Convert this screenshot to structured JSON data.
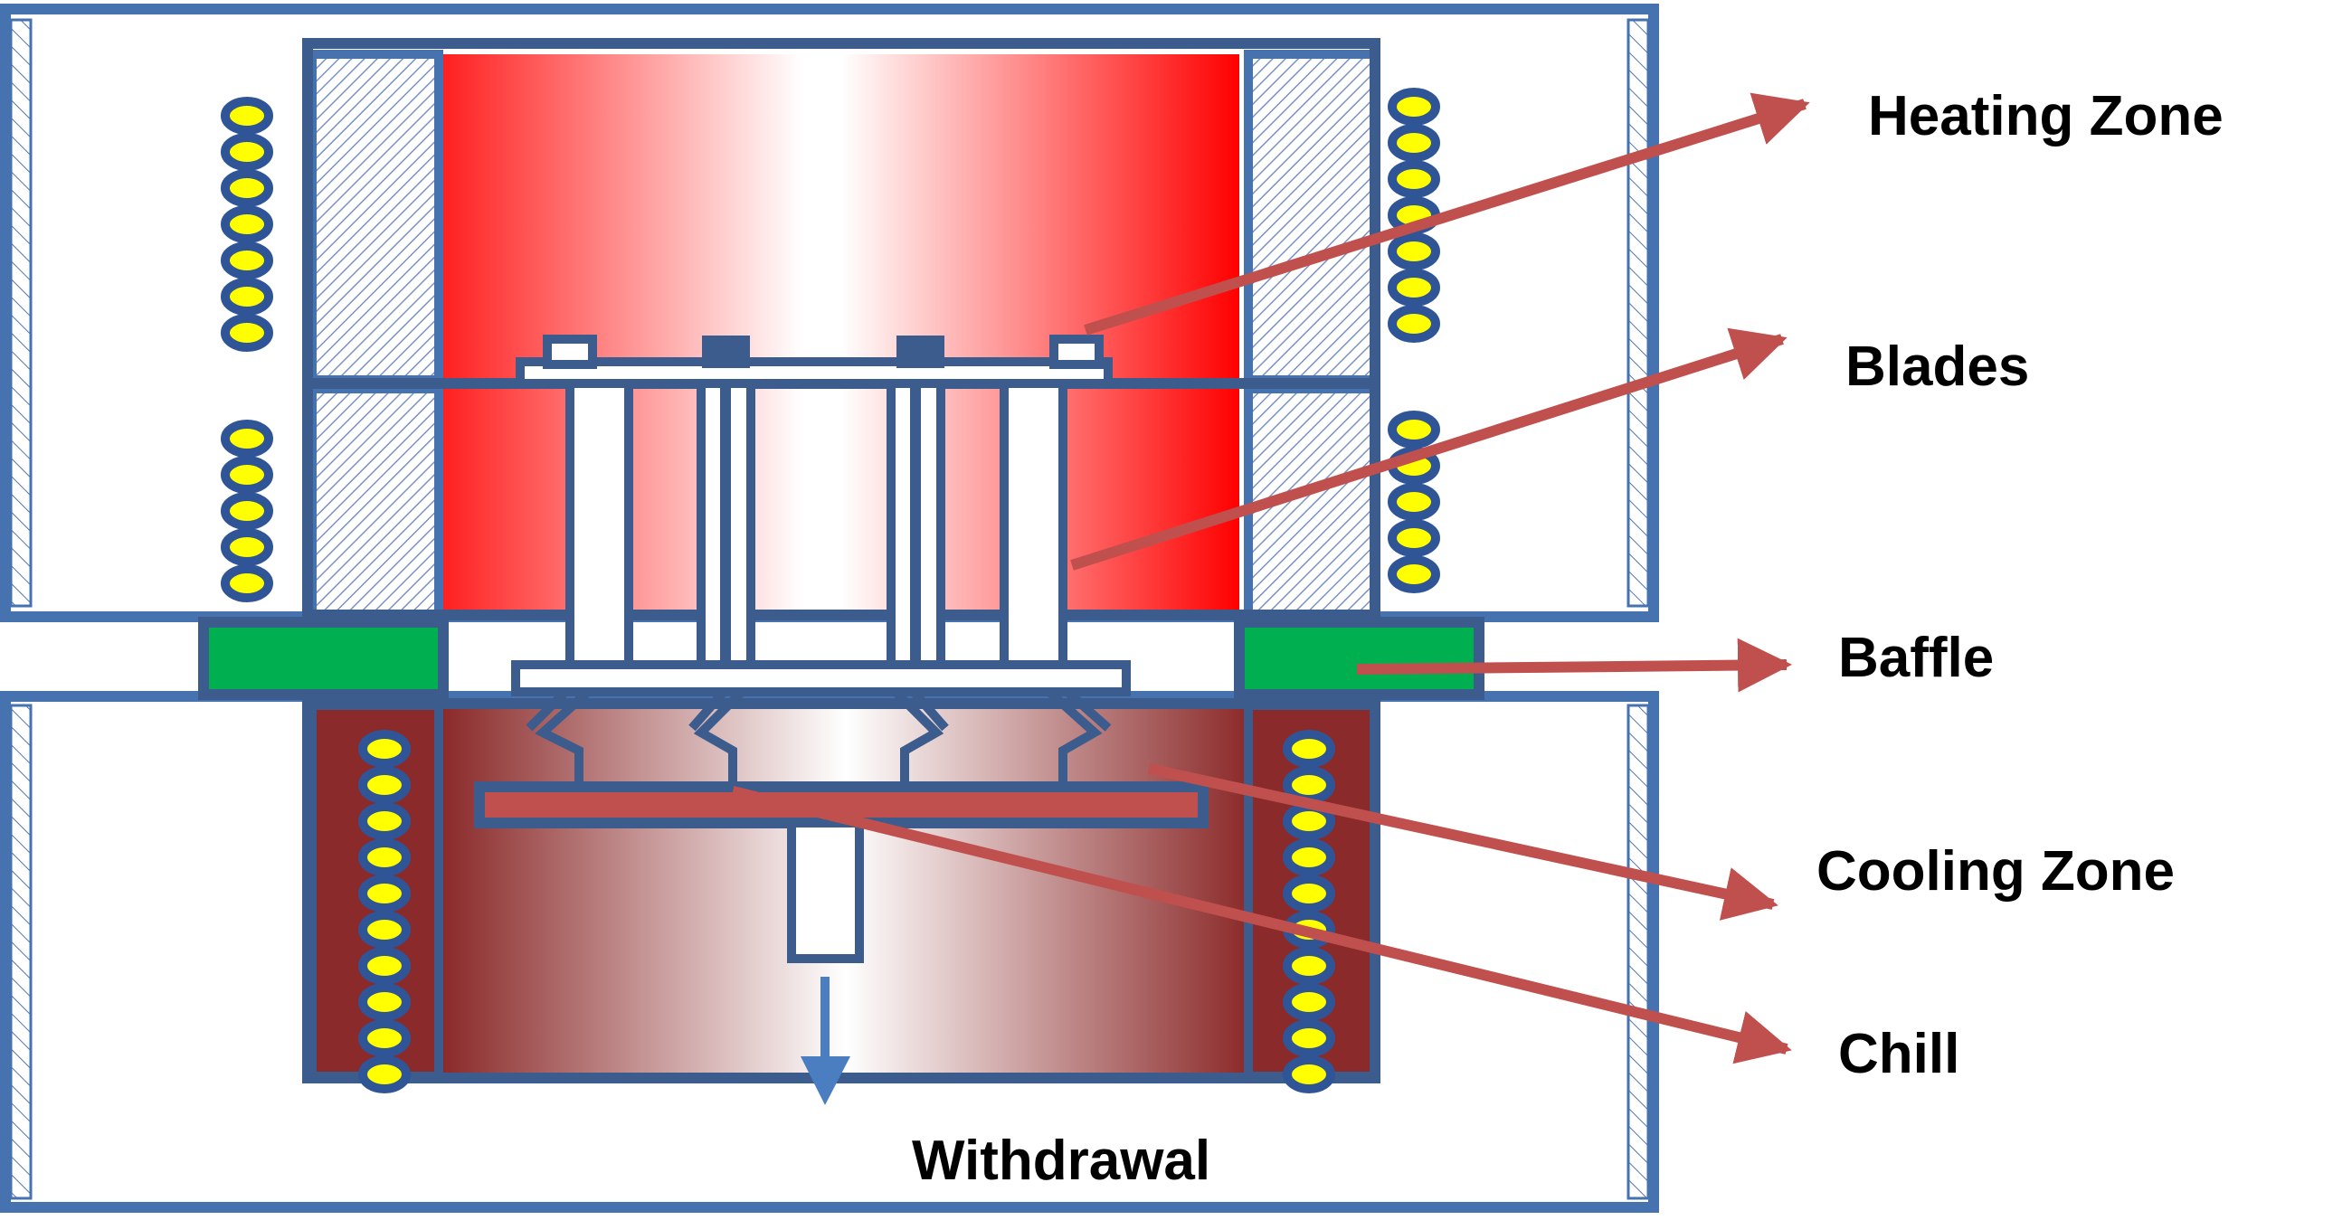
{
  "title": "Bridgman directional solidification furnace schematic",
  "labels": {
    "heating_zone": "Heating Zone",
    "blades": "Blades",
    "baffle": "Baffle",
    "cooling_zone": "Cooling Zone",
    "chill": "Chill",
    "withdrawal": "Withdrawal"
  },
  "colors": {
    "outline": "#4672b0",
    "frame_dark": "#3b5c8c",
    "heating_red": "#ff0000",
    "cooling_maroon": "#8b2a2a",
    "baffle_green": "#00b050",
    "arrow_red": "#c0504d",
    "coil_fill": "#ffff00",
    "coil_stroke": "#2f5597"
  }
}
